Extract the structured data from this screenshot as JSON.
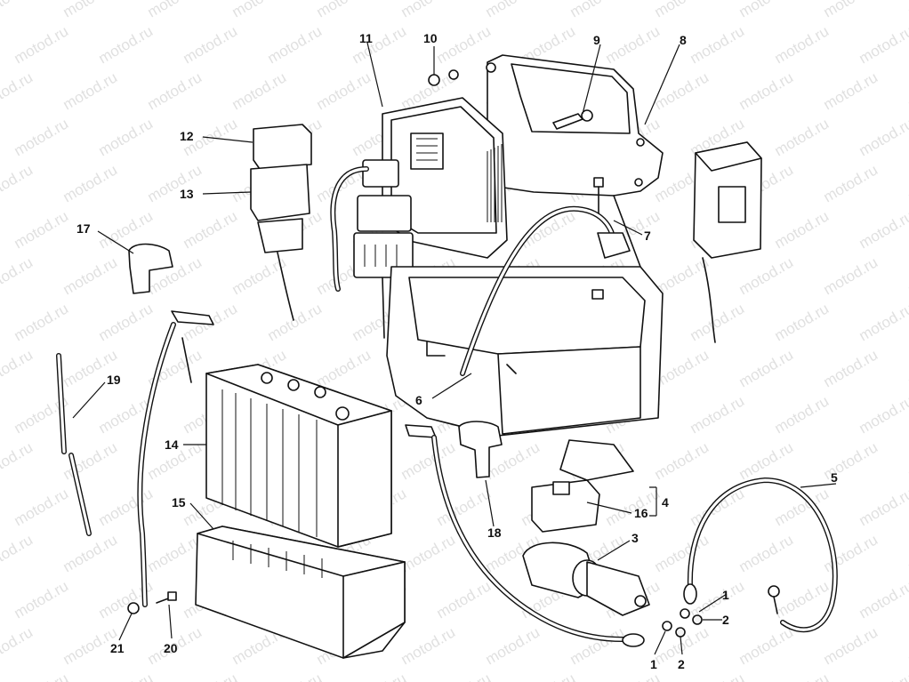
{
  "watermark": "motod.ru",
  "callouts": {
    "c1a": "1",
    "c1b": "1",
    "c2a": "2",
    "c2b": "2",
    "c3": "3",
    "c4": "4",
    "c5": "5",
    "c6": "6",
    "c7": "7",
    "c8": "8",
    "c9": "9",
    "c10": "10",
    "c11": "11",
    "c12": "12",
    "c13": "13",
    "c14": "14",
    "c15": "15",
    "c16": "16",
    "c17": "17",
    "c18": "18",
    "c19": "19",
    "c20": "20",
    "c21": "21"
  }
}
